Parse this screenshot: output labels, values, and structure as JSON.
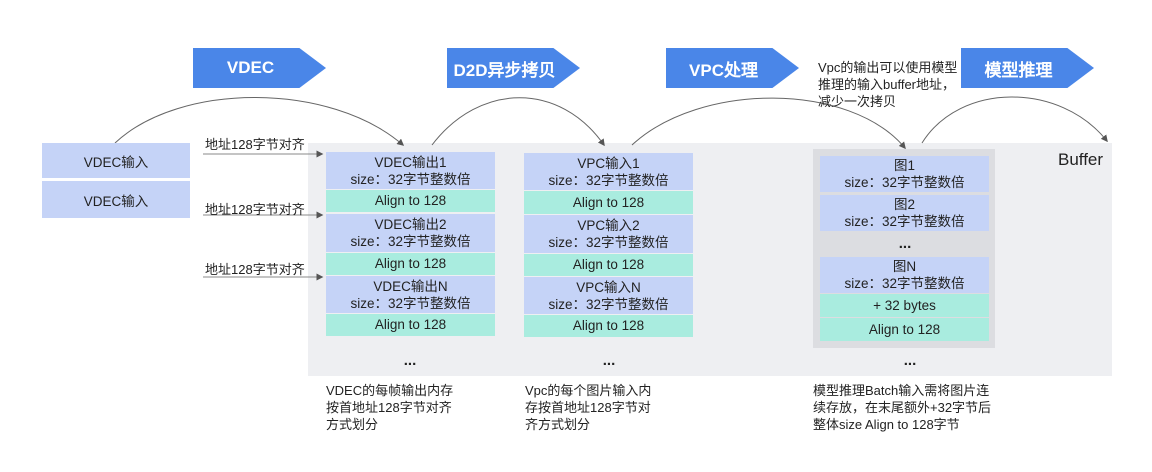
{
  "stages": [
    {
      "label": "VDEC"
    },
    {
      "label": "D2D异步拷贝"
    },
    {
      "label": "VPC处理"
    },
    {
      "label": "模型推理"
    }
  ],
  "vpc_model_note": [
    "Vpc的输出可以使用模型",
    "推理的输入buffer地址，",
    "减少一次拷贝"
  ],
  "buffer_label": "Buffer",
  "vdec_inputs": [
    "VDEC输入",
    "VDEC输入"
  ],
  "align_labels": [
    "地址128字节对齐",
    "地址128字节对齐",
    "地址128字节对齐"
  ],
  "vdec_outputs": [
    {
      "title": "VDEC输出1",
      "size": "size：32字节整数倍",
      "align": "Align to 128"
    },
    {
      "title": "VDEC输出2",
      "size": "size：32字节整数倍",
      "align": "Align to 128"
    },
    {
      "title": "VDEC输出N",
      "size": "size：32字节整数倍",
      "align": "Align to 128"
    }
  ],
  "vpc_inputs": [
    {
      "title": "VPC输入1",
      "size": "size：32字节整数倍",
      "align": "Align to 128"
    },
    {
      "title": "VPC输入2",
      "size": "size：32字节整数倍",
      "align": "Align to 128"
    },
    {
      "title": "VPC输入N",
      "size": "size：32字节整数倍",
      "align": "Align to 128"
    }
  ],
  "model_images": [
    {
      "title": "图1",
      "size": "size：32字节整数倍"
    },
    {
      "title": "图2",
      "size": "size：32字节整数倍"
    },
    {
      "title": "图N",
      "size": "size：32字节整数倍"
    }
  ],
  "model_extra": "+ 32 bytes",
  "model_align": "Align to 128",
  "ellipsis": "...",
  "notes": {
    "vdec": [
      "VDEC的每帧输出内存",
      "按首地址128字节对齐",
      "方式划分"
    ],
    "vpc": [
      "Vpc的每个图片输入内",
      "存按首地址128字节对",
      "齐方式划分"
    ],
    "model": [
      "模型推理Batch输入需将图片连",
      "续存放，在末尾额外+32字节后",
      "整体size Align to 128字节"
    ]
  },
  "colors": {
    "stage": "#4a86e8",
    "box_blue": "#c5d3f7",
    "box_green": "#a9ecdf",
    "buffer_bg": "#eeeff2"
  }
}
